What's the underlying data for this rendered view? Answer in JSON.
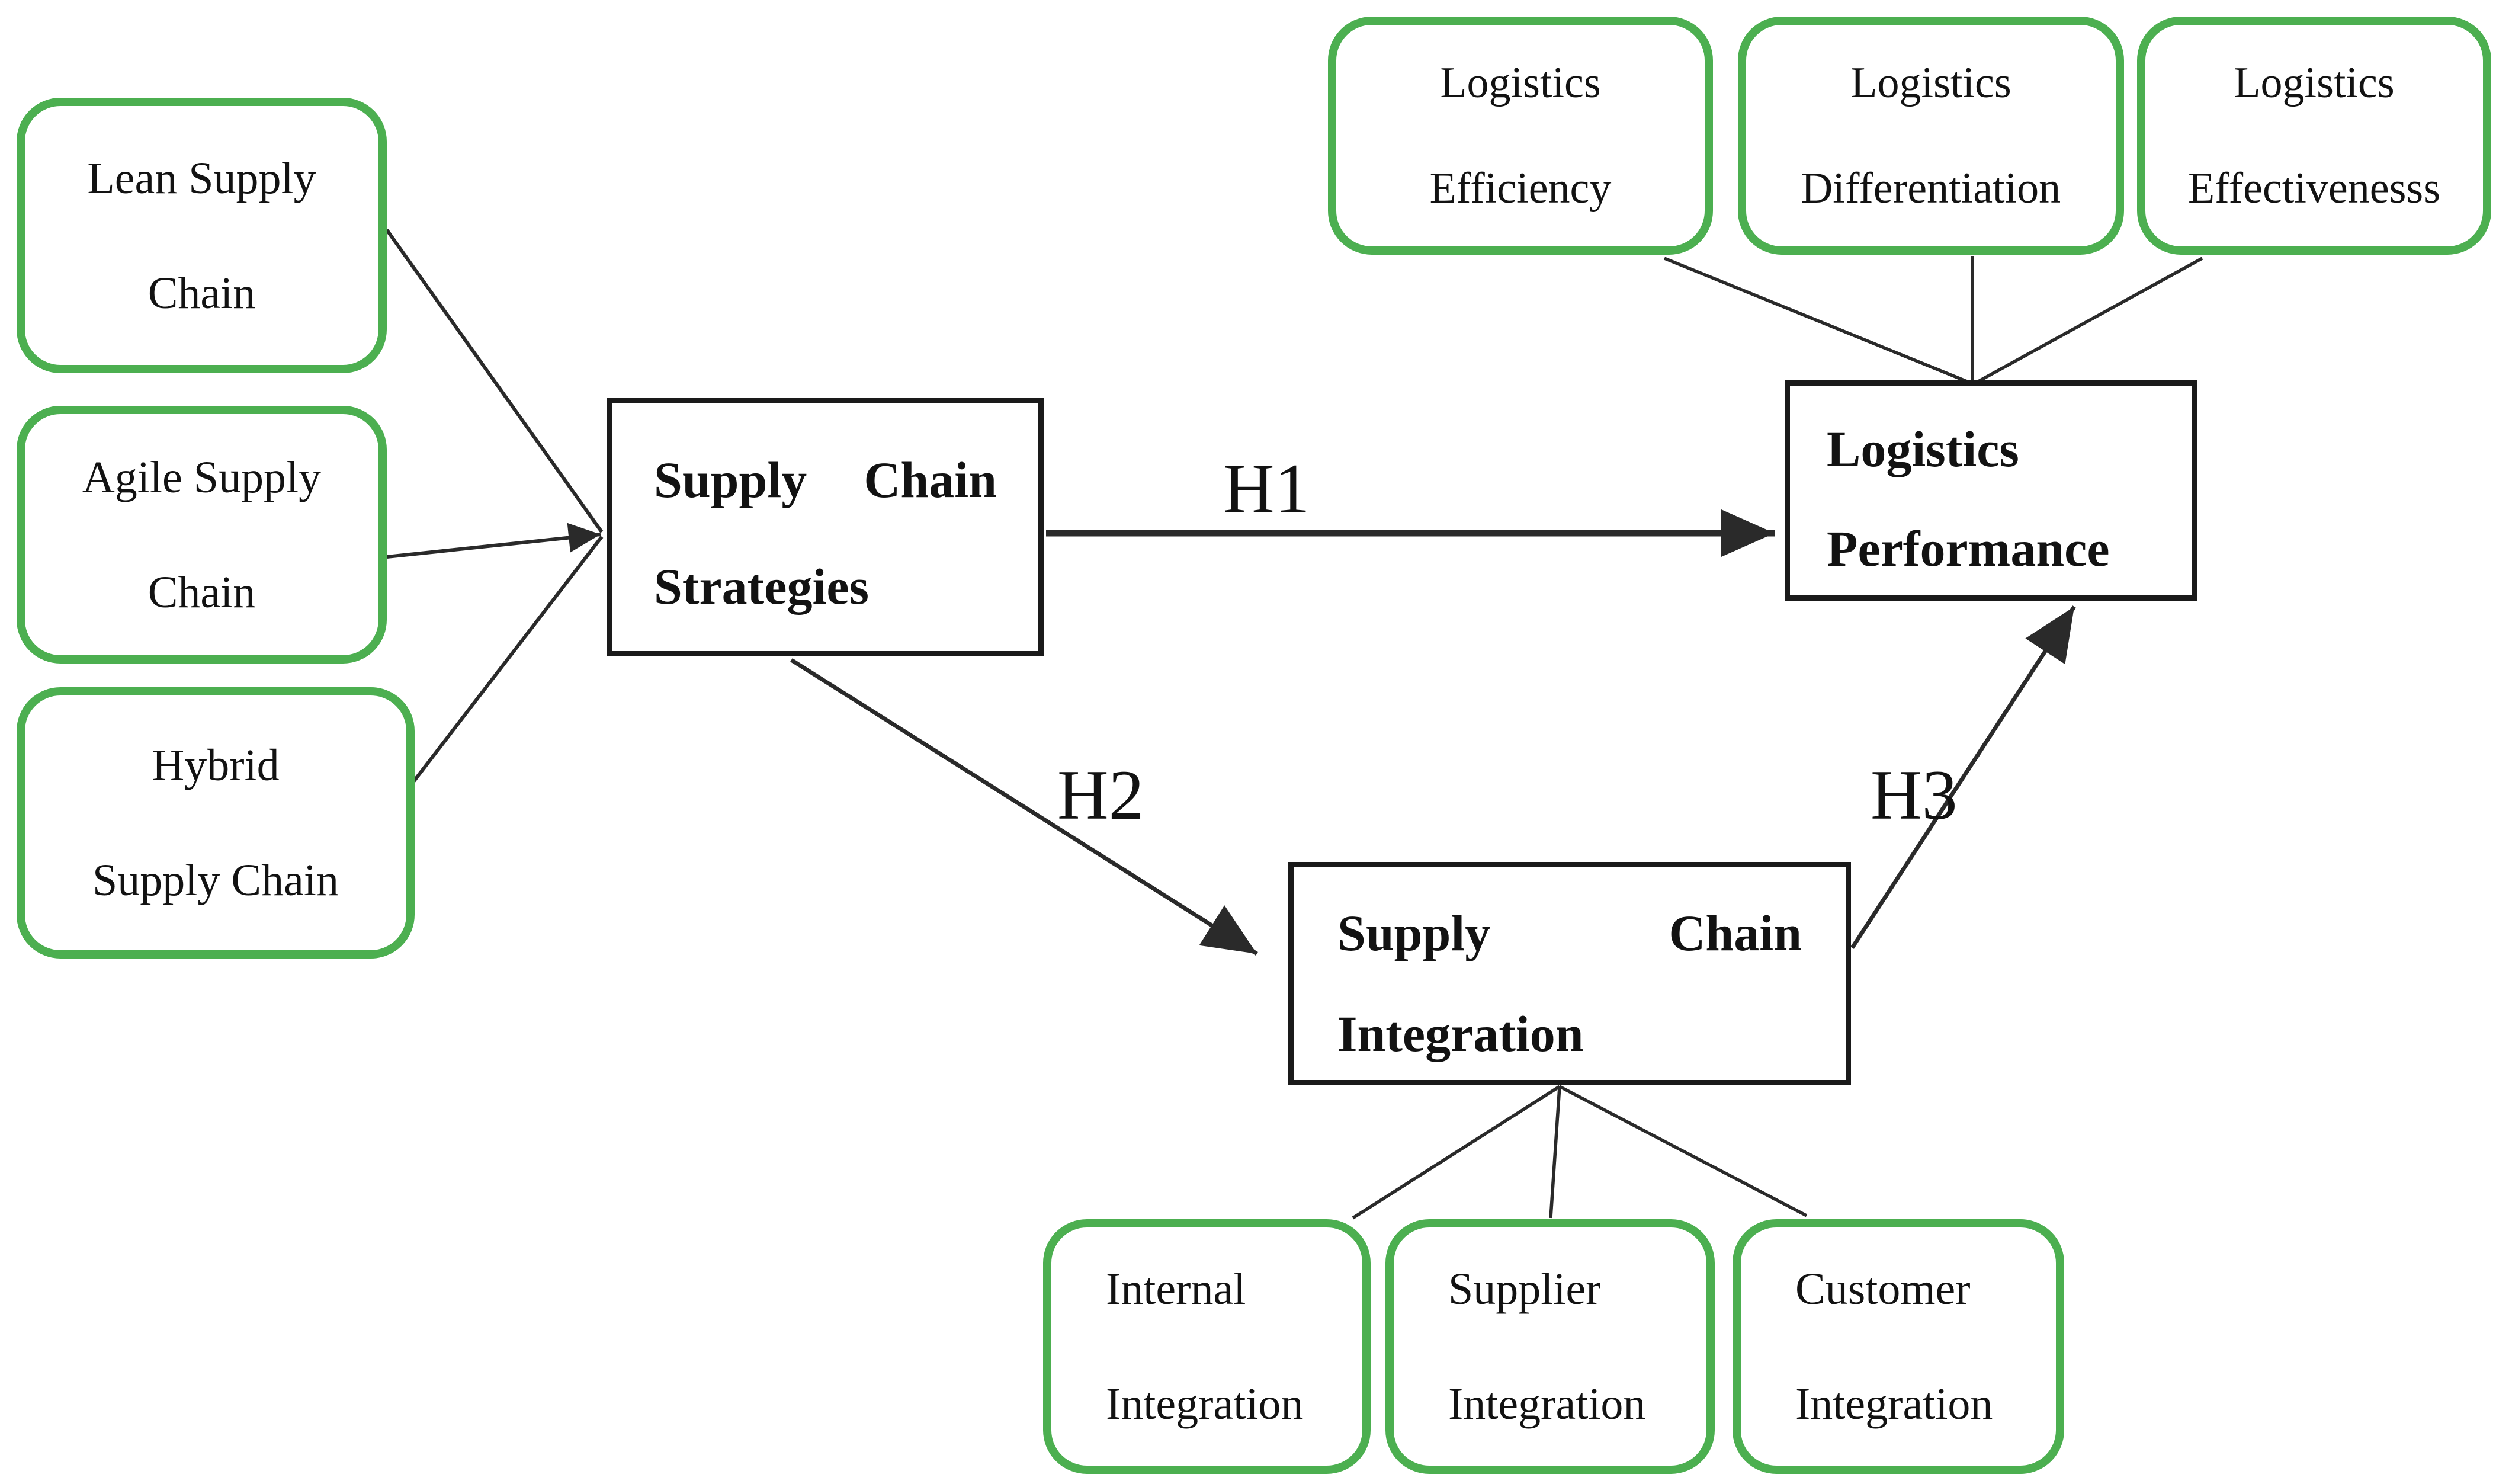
{
  "colors": {
    "green": "#4caf50",
    "ink": "#1a1a1a",
    "line": "#2a2a2a",
    "text": "#121212",
    "background": "#ffffff"
  },
  "nodes": {
    "lean": {
      "line1": "Lean Supply",
      "line2": "Chain"
    },
    "agile": {
      "line1": "Agile Supply",
      "line2": "Chain"
    },
    "hybrid": {
      "line1": "Hybrid",
      "line2": "Supply Chain"
    },
    "strategies": {
      "word1": "Supply",
      "word2": "Chain",
      "line2": "Strategies"
    },
    "efficiency": {
      "line1": "Logistics",
      "line2": "Efficiency"
    },
    "differentiation": {
      "line1": "Logistics",
      "line2": "Differentiation"
    },
    "effectiveness": {
      "line1": "Logistics",
      "line2": "Effectivenesss"
    },
    "performance": {
      "line1": "Logistics",
      "line2": "Performance"
    },
    "integration": {
      "word1": "Supply",
      "word2": "Chain",
      "line2": "Integration"
    },
    "internal": {
      "line1": "Internal",
      "line2": "Integration"
    },
    "supplier": {
      "line1": "Supplier",
      "line2": "Integration"
    },
    "customer": {
      "line1": "Customer",
      "line2": "Integration"
    }
  },
  "hypotheses": {
    "h1": "H1",
    "h2": "H2",
    "h3": "H3"
  }
}
